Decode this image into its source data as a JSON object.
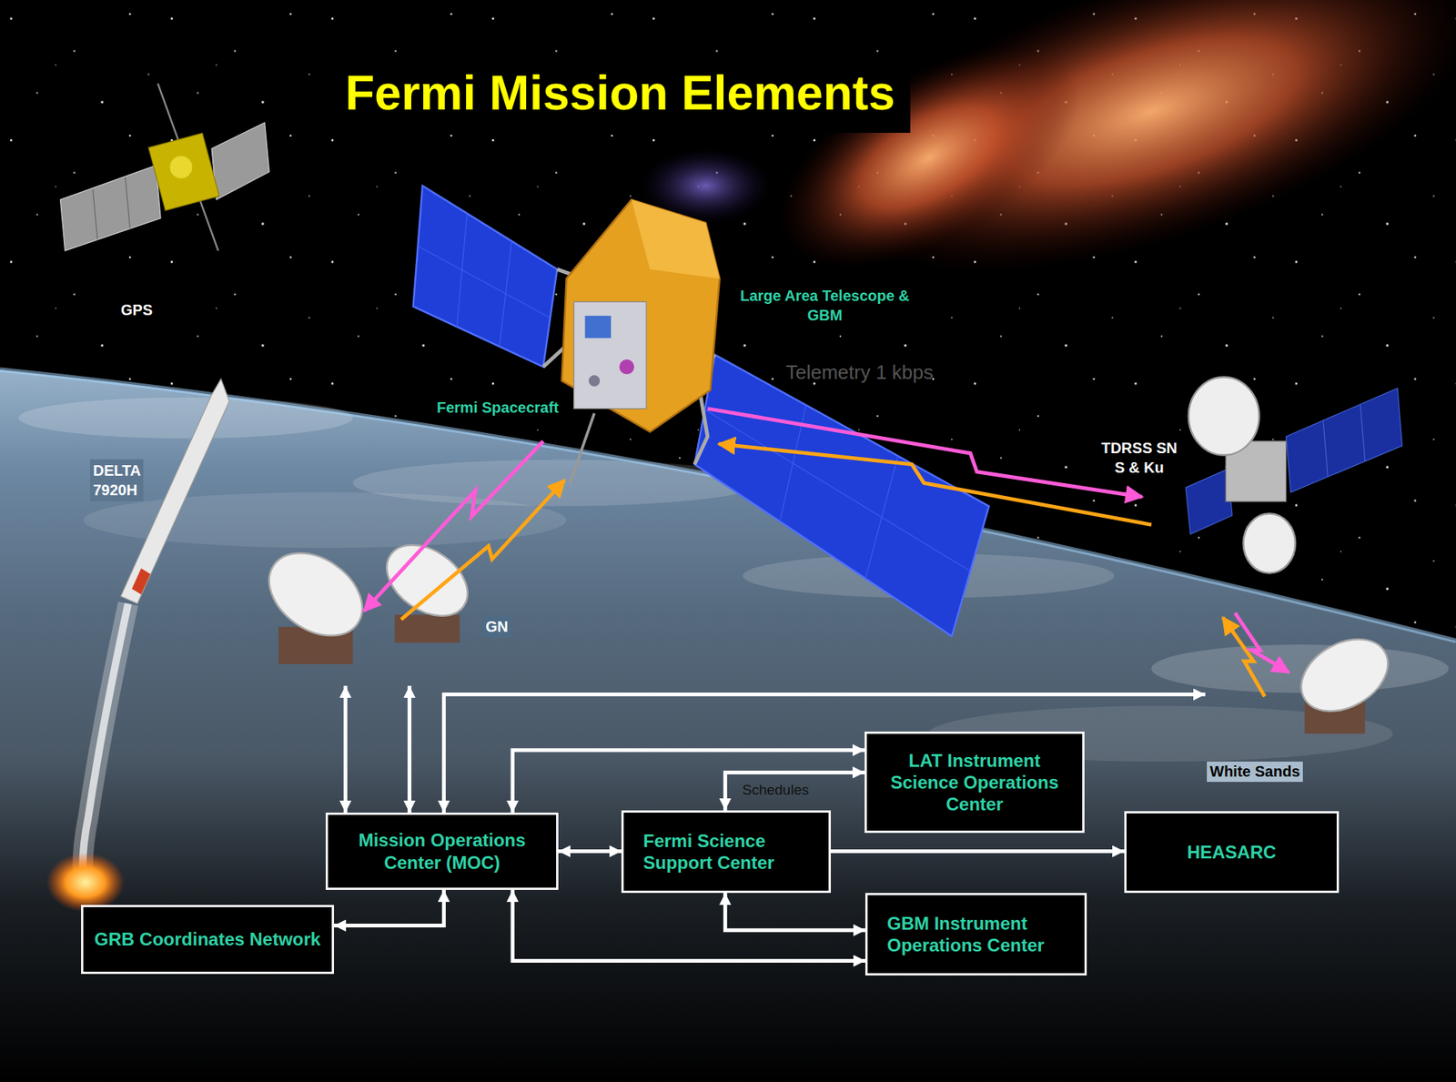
{
  "diagram": {
    "title": "Fermi Mission Elements",
    "nodes": [
      {
        "text": [
          "GN"
        ]
      },
      {
        "text": [
          "White Sands"
        ]
      },
      {
        "text": [
          "LAT Instrument Science Operations Center"
        ]
      },
      {
        "text": [
          "Mission Operations Center (MOC)"
        ]
      },
      {
        "text": [
          "Fermi Science Support Center"
        ]
      },
      {
        "text": [
          "HEASARC"
        ]
      },
      {
        "text": [
          "GRB Coordinates Network"
        ]
      },
      {
        "text": [
          "GBM Instrument Operations Center"
        ]
      }
    ],
    "edges": [
      {
        "from": 3,
        "to": 0,
        "arrow": "both"
      },
      {
        "from": 3,
        "to": 0,
        "arrow": "both"
      },
      {
        "from": 3,
        "to": 1,
        "arrow": "both"
      },
      {
        "from": 3,
        "to": 2,
        "arrow": "both"
      },
      {
        "from": 4,
        "to": 2,
        "label": "Schedules",
        "arrow": "both"
      },
      {
        "from": 3,
        "to": 4,
        "arrow": "both"
      },
      {
        "from": 4,
        "to": 5,
        "arrow": "to"
      },
      {
        "from": 3,
        "to": 6,
        "arrow": "both"
      },
      {
        "from": 3,
        "to": 7,
        "arrow": "both"
      },
      {
        "from": 4,
        "to": 7,
        "arrow": "both"
      }
    ],
    "labels": [
      "Large Area Telescope & GBM",
      "GPS",
      "Telemetry 1 kbps",
      "Fermi Spacecraft",
      "TDRSS SN S & Ku",
      "DELTA 7920H"
    ]
  }
}
